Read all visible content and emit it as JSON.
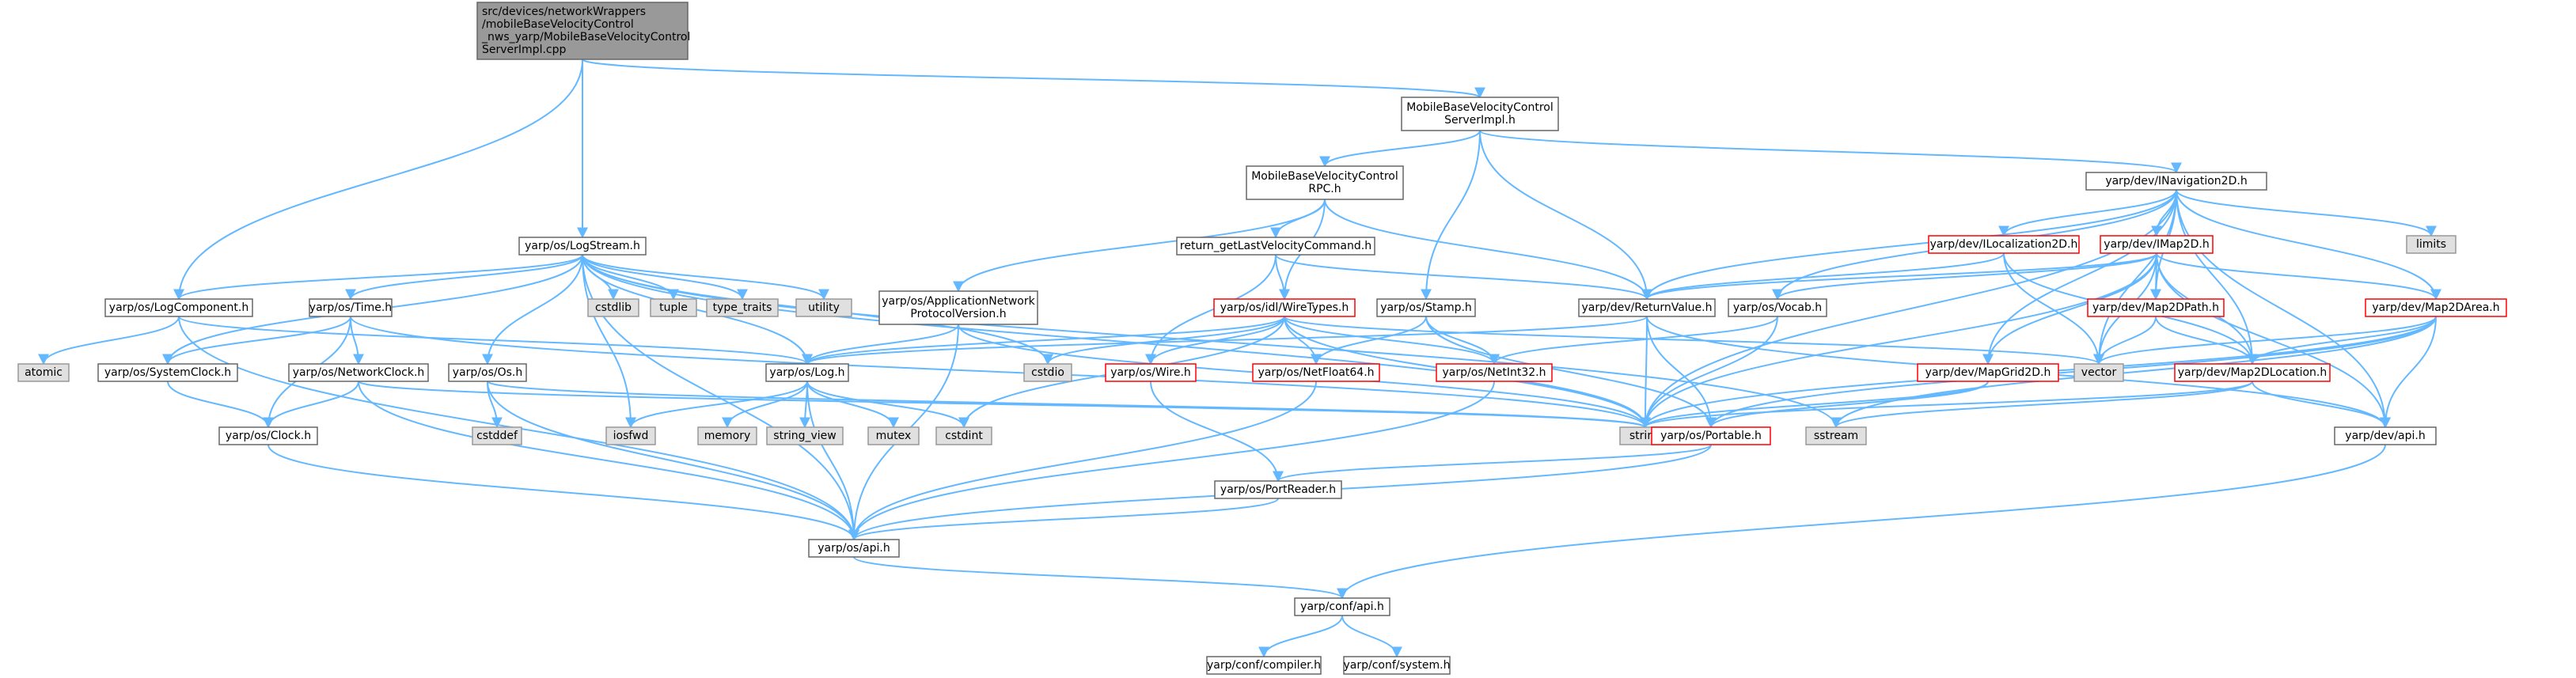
{
  "colors": {
    "edge": "#63b8ff",
    "normal_fill": "#ffffff",
    "normal_border": "#666666",
    "root_fill": "#999999",
    "root_border": "#666666",
    "external_fill": "#e0e0e0",
    "external_border": "#999999",
    "truncated_border": "#ff0000"
  },
  "nodes": [
    {
      "id": "root",
      "style": "root",
      "lines": [
        "src/devices/networkWrappers",
        "/mobileBaseVelocityControl",
        "_nws_yarp/MobileBaseVelocityControl",
        "ServerImpl.cpp"
      ]
    },
    {
      "id": "mbvc_serverimpl_h",
      "style": "normal",
      "lines": [
        "MobileBaseVelocityControl",
        "ServerImpl.h"
      ]
    },
    {
      "id": "mbvc_rpc_h",
      "style": "normal",
      "lines": [
        "MobileBaseVelocityControl",
        "RPC.h"
      ]
    },
    {
      "id": "inavigation2d_h",
      "style": "normal",
      "lines": [
        "yarp/dev/INavigation2D.h"
      ]
    },
    {
      "id": "logstream_h",
      "style": "normal",
      "lines": [
        "yarp/os/LogStream.h"
      ]
    },
    {
      "id": "return_getlastvel_h",
      "style": "normal",
      "lines": [
        "return_getLastVelocityCommand.h"
      ]
    },
    {
      "id": "ilocalization2d_h",
      "style": "truncated",
      "lines": [
        "yarp/dev/ILocalization2D.h"
      ]
    },
    {
      "id": "imap2d_h",
      "style": "truncated",
      "lines": [
        "yarp/dev/IMap2D.h"
      ]
    },
    {
      "id": "limits",
      "style": "external",
      "lines": [
        "limits"
      ]
    },
    {
      "id": "logcomponent_h",
      "style": "normal",
      "lines": [
        "yarp/os/LogComponent.h"
      ]
    },
    {
      "id": "time_h",
      "style": "normal",
      "lines": [
        "yarp/os/Time.h"
      ]
    },
    {
      "id": "cstdlib",
      "style": "external",
      "lines": [
        "cstdlib"
      ]
    },
    {
      "id": "tuple",
      "style": "external",
      "lines": [
        "tuple"
      ]
    },
    {
      "id": "type_traits",
      "style": "external",
      "lines": [
        "type_traits"
      ]
    },
    {
      "id": "utility",
      "style": "external",
      "lines": [
        "utility"
      ]
    },
    {
      "id": "wiretypes_h",
      "style": "truncated",
      "lines": [
        "yarp/os/idl/WireTypes.h"
      ]
    },
    {
      "id": "appnetproto_h",
      "style": "normal",
      "lines": [
        "yarp/os/ApplicationNetwork",
        "ProtocolVersion.h"
      ]
    },
    {
      "id": "stamp_h",
      "style": "normal",
      "lines": [
        "yarp/os/Stamp.h"
      ]
    },
    {
      "id": "returnvalue_h",
      "style": "normal",
      "lines": [
        "yarp/dev/ReturnValue.h"
      ]
    },
    {
      "id": "vocab_h",
      "style": "normal",
      "lines": [
        "yarp/os/Vocab.h"
      ]
    },
    {
      "id": "map2dpath_h",
      "style": "truncated",
      "lines": [
        "yarp/dev/Map2DPath.h"
      ]
    },
    {
      "id": "map2darea_h",
      "style": "truncated",
      "lines": [
        "yarp/dev/Map2DArea.h"
      ]
    },
    {
      "id": "atomic",
      "style": "external",
      "lines": [
        "atomic"
      ]
    },
    {
      "id": "systemclock_h",
      "style": "normal",
      "lines": [
        "yarp/os/SystemClock.h"
      ]
    },
    {
      "id": "networkclock_h",
      "style": "normal",
      "lines": [
        "yarp/os/NetworkClock.h"
      ]
    },
    {
      "id": "os_h",
      "style": "normal",
      "lines": [
        "yarp/os/Os.h"
      ]
    },
    {
      "id": "log_h",
      "style": "normal",
      "lines": [
        "yarp/os/Log.h"
      ]
    },
    {
      "id": "cstdio",
      "style": "external",
      "lines": [
        "cstdio"
      ]
    },
    {
      "id": "wire_h",
      "style": "truncated",
      "lines": [
        "yarp/os/Wire.h"
      ]
    },
    {
      "id": "netfloat64_h",
      "style": "truncated",
      "lines": [
        "yarp/os/NetFloat64.h"
      ]
    },
    {
      "id": "netint32_h",
      "style": "truncated",
      "lines": [
        "yarp/os/NetInt32.h"
      ]
    },
    {
      "id": "mapgrid2d_h",
      "style": "truncated",
      "lines": [
        "yarp/dev/MapGrid2D.h"
      ]
    },
    {
      "id": "vector",
      "style": "external",
      "lines": [
        "vector"
      ]
    },
    {
      "id": "map2dlocation_h",
      "style": "truncated",
      "lines": [
        "yarp/dev/Map2DLocation.h"
      ]
    },
    {
      "id": "clock_h",
      "style": "normal",
      "lines": [
        "yarp/os/Clock.h"
      ]
    },
    {
      "id": "cstddef",
      "style": "external",
      "lines": [
        "cstddef"
      ]
    },
    {
      "id": "iosfwd",
      "style": "external",
      "lines": [
        "iosfwd"
      ]
    },
    {
      "id": "memory",
      "style": "external",
      "lines": [
        "memory"
      ]
    },
    {
      "id": "string_view",
      "style": "external",
      "lines": [
        "string_view"
      ]
    },
    {
      "id": "mutex",
      "style": "external",
      "lines": [
        "mutex"
      ]
    },
    {
      "id": "cstdint",
      "style": "external",
      "lines": [
        "cstdint"
      ]
    },
    {
      "id": "string",
      "style": "external",
      "lines": [
        "string"
      ]
    },
    {
      "id": "portable_h",
      "style": "truncated",
      "lines": [
        "yarp/os/Portable.h"
      ]
    },
    {
      "id": "sstream",
      "style": "external",
      "lines": [
        "sstream"
      ]
    },
    {
      "id": "dev_api_h",
      "style": "normal",
      "lines": [
        "yarp/dev/api.h"
      ]
    },
    {
      "id": "portreader_h",
      "style": "normal",
      "lines": [
        "yarp/os/PortReader.h"
      ]
    },
    {
      "id": "os_api_h",
      "style": "normal",
      "lines": [
        "yarp/os/api.h"
      ]
    },
    {
      "id": "conf_api_h",
      "style": "normal",
      "lines": [
        "yarp/conf/api.h"
      ]
    },
    {
      "id": "conf_compiler_h",
      "style": "normal",
      "lines": [
        "yarp/conf/compiler.h"
      ]
    },
    {
      "id": "conf_system_h",
      "style": "normal",
      "lines": [
        "yarp/conf/system.h"
      ]
    }
  ],
  "edges": [
    [
      "root",
      "mbvc_serverimpl_h"
    ],
    [
      "root",
      "logstream_h"
    ],
    [
      "root",
      "logcomponent_h"
    ],
    [
      "mbvc_serverimpl_h",
      "mbvc_rpc_h"
    ],
    [
      "mbvc_serverimpl_h",
      "inavigation2d_h"
    ],
    [
      "mbvc_serverimpl_h",
      "stamp_h"
    ],
    [
      "mbvc_serverimpl_h",
      "returnvalue_h"
    ],
    [
      "mbvc_rpc_h",
      "return_getlastvel_h"
    ],
    [
      "mbvc_rpc_h",
      "wiretypes_h"
    ],
    [
      "mbvc_rpc_h",
      "appnetproto_h"
    ],
    [
      "mbvc_rpc_h",
      "returnvalue_h"
    ],
    [
      "return_getlastvel_h",
      "wiretypes_h"
    ],
    [
      "return_getlastvel_h",
      "returnvalue_h"
    ],
    [
      "return_getlastvel_h",
      "wire_h"
    ],
    [
      "inavigation2d_h",
      "ilocalization2d_h"
    ],
    [
      "inavigation2d_h",
      "imap2d_h"
    ],
    [
      "inavigation2d_h",
      "limits"
    ],
    [
      "inavigation2d_h",
      "returnvalue_h"
    ],
    [
      "inavigation2d_h",
      "vocab_h"
    ],
    [
      "inavigation2d_h",
      "map2dpath_h"
    ],
    [
      "inavigation2d_h",
      "map2darea_h"
    ],
    [
      "inavigation2d_h",
      "mapgrid2d_h"
    ],
    [
      "inavigation2d_h",
      "map2dlocation_h"
    ],
    [
      "inavigation2d_h",
      "dev_api_h"
    ],
    [
      "inavigation2d_h",
      "string"
    ],
    [
      "inavigation2d_h",
      "vector"
    ],
    [
      "ilocalization2d_h",
      "returnvalue_h"
    ],
    [
      "ilocalization2d_h",
      "vector"
    ],
    [
      "ilocalization2d_h",
      "map2dlocation_h"
    ],
    [
      "imap2d_h",
      "returnvalue_h"
    ],
    [
      "imap2d_h",
      "map2dpath_h"
    ],
    [
      "imap2d_h",
      "map2darea_h"
    ],
    [
      "imap2d_h",
      "mapgrid2d_h"
    ],
    [
      "imap2d_h",
      "map2dlocation_h"
    ],
    [
      "imap2d_h",
      "vector"
    ],
    [
      "imap2d_h",
      "string"
    ],
    [
      "imap2d_h",
      "dev_api_h"
    ],
    [
      "imap2d_h",
      "vocab_h"
    ],
    [
      "map2dpath_h",
      "map2dlocation_h"
    ],
    [
      "map2dpath_h",
      "vector"
    ],
    [
      "map2darea_h",
      "map2dlocation_h"
    ],
    [
      "map2darea_h",
      "vector"
    ],
    [
      "map2darea_h",
      "string"
    ],
    [
      "map2darea_h",
      "dev_api_h"
    ],
    [
      "map2darea_h",
      "sstream"
    ],
    [
      "map2darea_h",
      "portable_h"
    ],
    [
      "mapgrid2d_h",
      "string"
    ],
    [
      "mapgrid2d_h",
      "portable_h"
    ],
    [
      "map2dlocation_h",
      "string"
    ],
    [
      "map2dlocation_h",
      "sstream"
    ],
    [
      "map2dlocation_h",
      "dev_api_h"
    ],
    [
      "logstream_h",
      "logcomponent_h"
    ],
    [
      "logstream_h",
      "time_h"
    ],
    [
      "logstream_h",
      "systemclock_h"
    ],
    [
      "logstream_h",
      "os_h"
    ],
    [
      "logstream_h",
      "log_h"
    ],
    [
      "logstream_h",
      "cstdlib"
    ],
    [
      "logstream_h",
      "tuple"
    ],
    [
      "logstream_h",
      "type_traits"
    ],
    [
      "logstream_h",
      "utility"
    ],
    [
      "logstream_h",
      "cstdio"
    ],
    [
      "logstream_h",
      "iosfwd"
    ],
    [
      "logstream_h",
      "string"
    ],
    [
      "logstream_h",
      "sstream"
    ],
    [
      "logstream_h",
      "os_api_h"
    ],
    [
      "logcomponent_h",
      "atomic"
    ],
    [
      "logcomponent_h",
      "log_h"
    ],
    [
      "logcomponent_h",
      "os_api_h"
    ],
    [
      "time_h",
      "systemclock_h"
    ],
    [
      "time_h",
      "networkclock_h"
    ],
    [
      "time_h",
      "clock_h"
    ],
    [
      "time_h",
      "string"
    ],
    [
      "systemclock_h",
      "clock_h"
    ],
    [
      "networkclock_h",
      "clock_h"
    ],
    [
      "networkclock_h",
      "string"
    ],
    [
      "networkclock_h",
      "os_api_h"
    ],
    [
      "os_h",
      "cstddef"
    ],
    [
      "os_h",
      "string"
    ],
    [
      "os_h",
      "os_api_h"
    ],
    [
      "clock_h",
      "os_api_h"
    ],
    [
      "log_h",
      "iosfwd"
    ],
    [
      "log_h",
      "memory"
    ],
    [
      "log_h",
      "string_view"
    ],
    [
      "log_h",
      "mutex"
    ],
    [
      "log_h",
      "cstdint"
    ],
    [
      "log_h",
      "os_api_h"
    ],
    [
      "appnetproto_h",
      "log_h"
    ],
    [
      "appnetproto_h",
      "string"
    ],
    [
      "appnetproto_h",
      "os_api_h"
    ],
    [
      "wiretypes_h",
      "log_h"
    ],
    [
      "wiretypes_h",
      "cstdio"
    ],
    [
      "wiretypes_h",
      "wire_h"
    ],
    [
      "wiretypes_h",
      "netfloat64_h"
    ],
    [
      "wiretypes_h",
      "netint32_h"
    ],
    [
      "wiretypes_h",
      "vector"
    ],
    [
      "wiretypes_h",
      "string"
    ],
    [
      "wiretypes_h",
      "cstdint"
    ],
    [
      "stamp_h",
      "netfloat64_h"
    ],
    [
      "stamp_h",
      "netint32_h"
    ],
    [
      "stamp_h",
      "portable_h"
    ],
    [
      "returnvalue_h",
      "log_h"
    ],
    [
      "returnvalue_h",
      "string"
    ],
    [
      "returnvalue_h",
      "portable_h"
    ],
    [
      "returnvalue_h",
      "dev_api_h"
    ],
    [
      "vocab_h",
      "netint32_h"
    ],
    [
      "vocab_h",
      "string"
    ],
    [
      "netfloat64_h",
      "os_api_h"
    ],
    [
      "netint32_h",
      "os_api_h"
    ],
    [
      "wire_h",
      "portreader_h"
    ],
    [
      "portable_h",
      "portreader_h"
    ],
    [
      "portable_h",
      "os_api_h"
    ],
    [
      "portreader_h",
      "os_api_h"
    ],
    [
      "dev_api_h",
      "conf_api_h"
    ],
    [
      "os_api_h",
      "conf_api_h"
    ],
    [
      "conf_api_h",
      "conf_compiler_h"
    ],
    [
      "conf_api_h",
      "conf_system_h"
    ]
  ]
}
